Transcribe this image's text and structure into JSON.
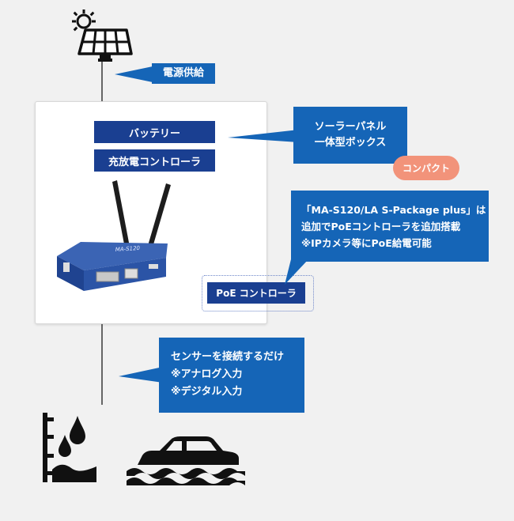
{
  "power_label": "電源供給",
  "battery_label": "バッテリー",
  "charge_controller_label": "充放電コントローラ",
  "solar_callout": {
    "line1": "ソーラーパネル",
    "line2": "一体型ボックス"
  },
  "compact_badge": "コンパクト",
  "package_callout": {
    "line1": "「MA-S120/LA S-Package plus」は",
    "line2": "追加でPoEコントローラを追加搭載",
    "line3": "※IPカメラ等にPoE給電可能"
  },
  "poe_label": "PoE コントローラ",
  "sensor_callout": {
    "line1": "センサーを接続するだけ",
    "line2": "※アナログ入力",
    "line3": "※デジタル入力"
  },
  "router_model": "MA-S120",
  "colors": {
    "navy": "#1a3f91",
    "blue": "#1565b7",
    "salmon": "#f2937a",
    "background": "#f1f1f1"
  }
}
